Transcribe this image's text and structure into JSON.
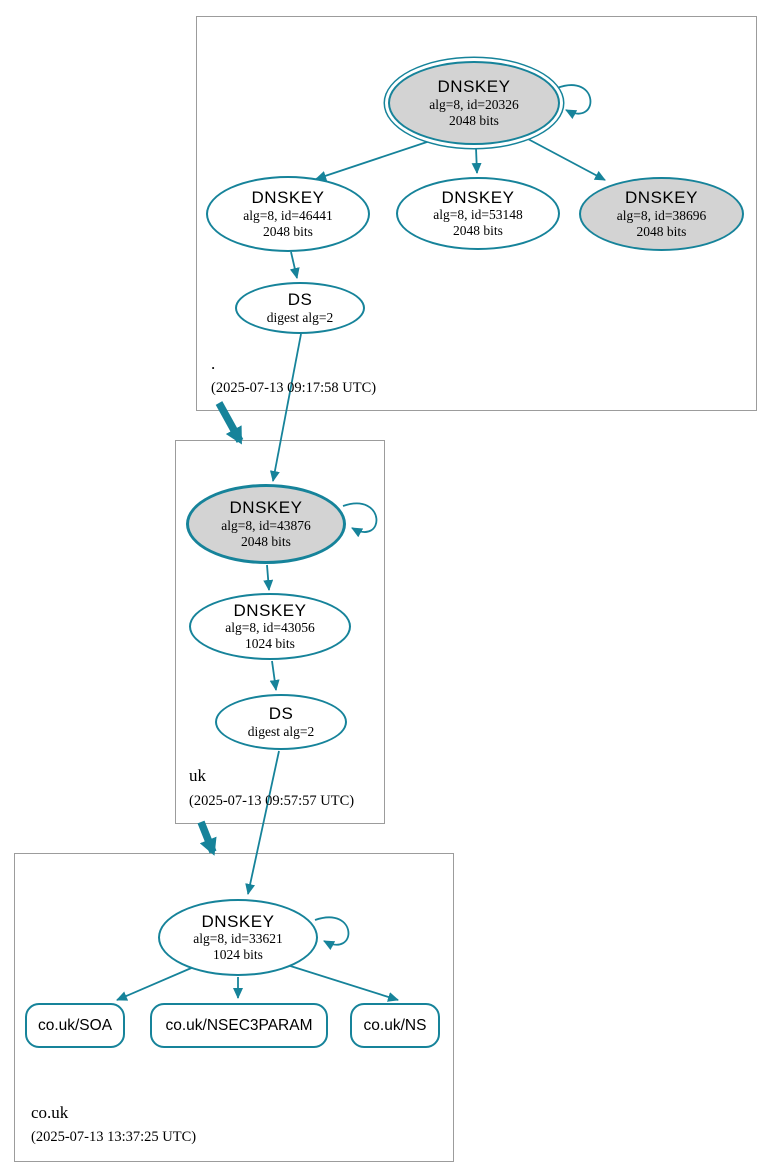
{
  "colors": {
    "edge_teal": "#16839a",
    "node_fill_gray": "#d3d3d3",
    "node_fill_white": "#ffffff",
    "zone_box_border": "#9c9c9c"
  },
  "zones": {
    "root": {
      "label": ".",
      "timestamp": "(2025-07-13 09:17:58 UTC)",
      "ksk": {
        "title": "DNSKEY",
        "detail1": "alg=8, id=20326",
        "detail2": "2048 bits"
      },
      "zsk1": {
        "title": "DNSKEY",
        "detail1": "alg=8, id=46441",
        "detail2": "2048 bits"
      },
      "zsk2": {
        "title": "DNSKEY",
        "detail1": "alg=8, id=53148",
        "detail2": "2048 bits"
      },
      "zsk3": {
        "title": "DNSKEY",
        "detail1": "alg=8, id=38696",
        "detail2": "2048 bits"
      },
      "ds": {
        "title": "DS",
        "detail1": "digest alg=2"
      }
    },
    "uk": {
      "label": "uk",
      "timestamp": "(2025-07-13 09:57:57 UTC)",
      "ksk": {
        "title": "DNSKEY",
        "detail1": "alg=8, id=43876",
        "detail2": "2048 bits"
      },
      "zsk": {
        "title": "DNSKEY",
        "detail1": "alg=8, id=43056",
        "detail2": "1024 bits"
      },
      "ds": {
        "title": "DS",
        "detail1": "digest alg=2"
      }
    },
    "co_uk": {
      "label": "co.uk",
      "timestamp": "(2025-07-13 13:37:25 UTC)",
      "ksk": {
        "title": "DNSKEY",
        "detail1": "alg=8, id=33621",
        "detail2": "1024 bits"
      },
      "rrsets": [
        {
          "label": "co.uk/SOA"
        },
        {
          "label": "co.uk/NSEC3PARAM"
        },
        {
          "label": "co.uk/NS"
        }
      ]
    }
  }
}
